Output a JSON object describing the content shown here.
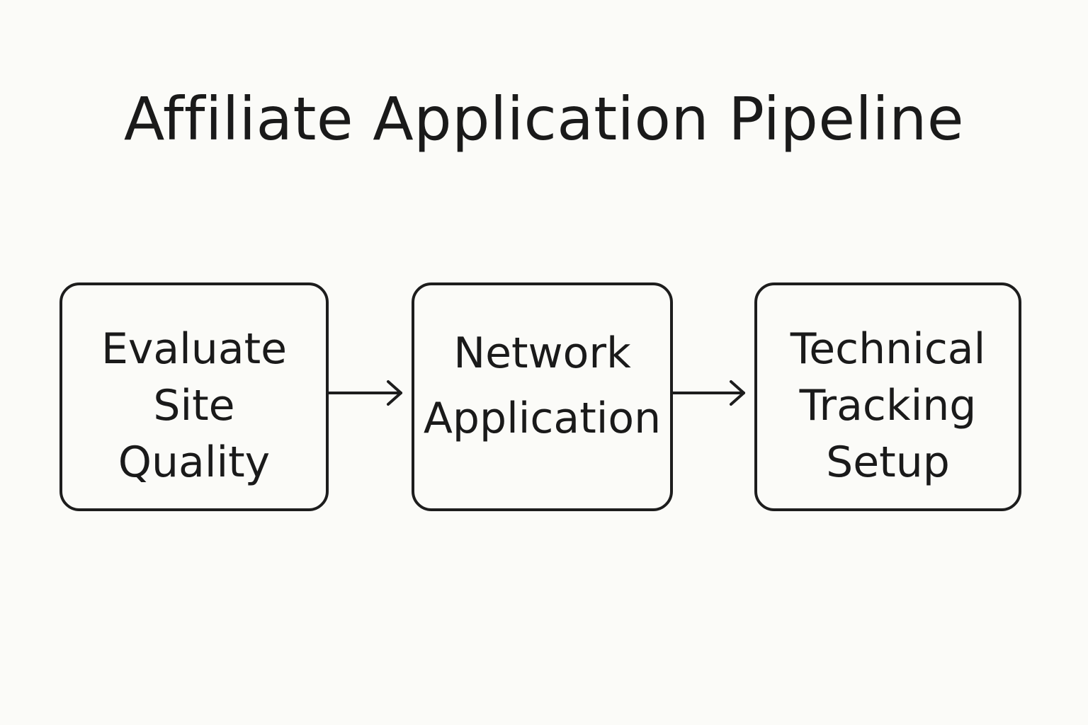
{
  "title": "Affiliate Application Pipeline",
  "steps": [
    {
      "lines": [
        "Evaluate",
        "Site",
        "Quality"
      ]
    },
    {
      "lines": [
        "Network",
        "Application"
      ]
    },
    {
      "lines": [
        "Technical",
        "Tracking",
        "Setup"
      ]
    }
  ]
}
